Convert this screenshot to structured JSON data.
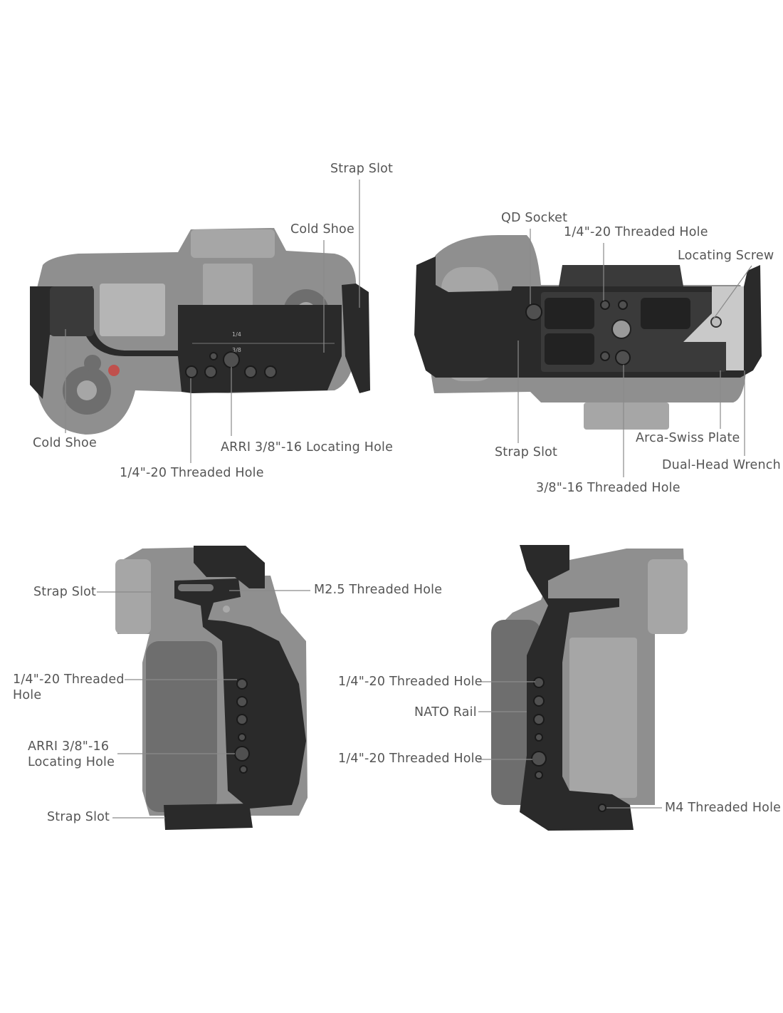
{
  "panels": {
    "top_view": {
      "labels": {
        "strap_slot": "Strap Slot",
        "cold_shoe_right": "Cold Shoe",
        "cold_shoe_left": "Cold Shoe",
        "arri_hole": "ARRI 3/8\"-16 Locating Hole",
        "threaded_hole": "1/4\"-20 Threaded Hole"
      },
      "engraving": {
        "top": "1/4",
        "bottom": "3/8"
      }
    },
    "bottom_view": {
      "labels": {
        "qd_socket": "QD Socket",
        "threaded_hole_14": "1/4\"-20 Threaded Hole",
        "locating_screw": "Locating Screw",
        "strap_slot": "Strap Slot",
        "arca_plate": "Arca-Swiss Plate",
        "wrench": "Dual-Head Wrench",
        "threaded_hole_38": "3/8\"-16 Threaded Hole"
      }
    },
    "left_view": {
      "labels": {
        "strap_slot_top": "Strap Slot",
        "m25_hole": "M2.5 Threaded Hole",
        "threaded_hole": "1/4\"-20 Threaded\nHole",
        "arri_hole": "ARRI 3/8\"-16\nLocating Hole",
        "strap_slot_bottom": "Strap Slot"
      }
    },
    "right_view": {
      "labels": {
        "threaded_hole_top": "1/4\"-20 Threaded Hole",
        "nato_rail": "NATO Rail",
        "threaded_hole_bottom": "1/4\"-20 Threaded Hole",
        "m4_hole": "M4 Threaded Hole"
      }
    }
  },
  "colors": {
    "label_text": "#555555",
    "leader_line": "#8a8a8a",
    "camera_body": "#8f8f8f",
    "cage_metal": "#2a2a2a"
  }
}
